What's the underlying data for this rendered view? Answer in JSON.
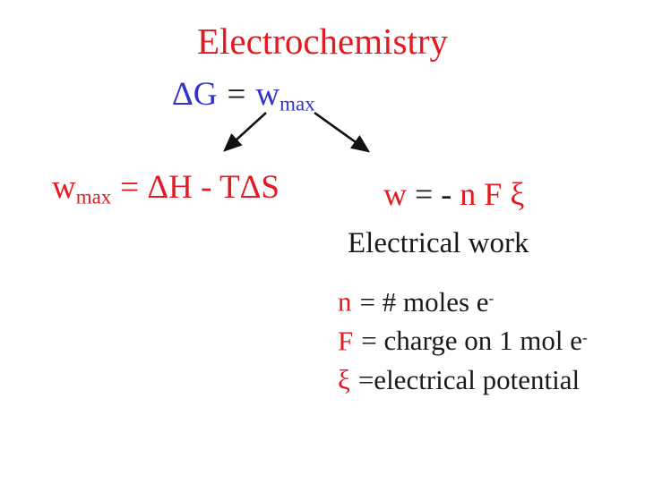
{
  "colors": {
    "red": "#e11b22",
    "blue": "#3333cc",
    "black": "#1a1a1a"
  },
  "title": "Electrochemistry",
  "main_equation": {
    "lhs": "ΔG",
    "equals": "=",
    "rhs_base": "w",
    "rhs_sub": "max"
  },
  "left_equation": {
    "base": "w",
    "sub": "max",
    "rest": "= ΔH - TΔS"
  },
  "right_equation": {
    "lhs": "w",
    "mid": "= -",
    "rhs": "n F ξ"
  },
  "electrical_work_label": "Electrical work",
  "definitions": [
    {
      "symbol": "n",
      "text": "= # moles e",
      "superscript": "-"
    },
    {
      "symbol": "F",
      "text": "= charge on 1 mol e",
      "superscript": "-"
    },
    {
      "symbol": "ξ",
      "text": "=electrical potential",
      "superscript": ""
    }
  ]
}
